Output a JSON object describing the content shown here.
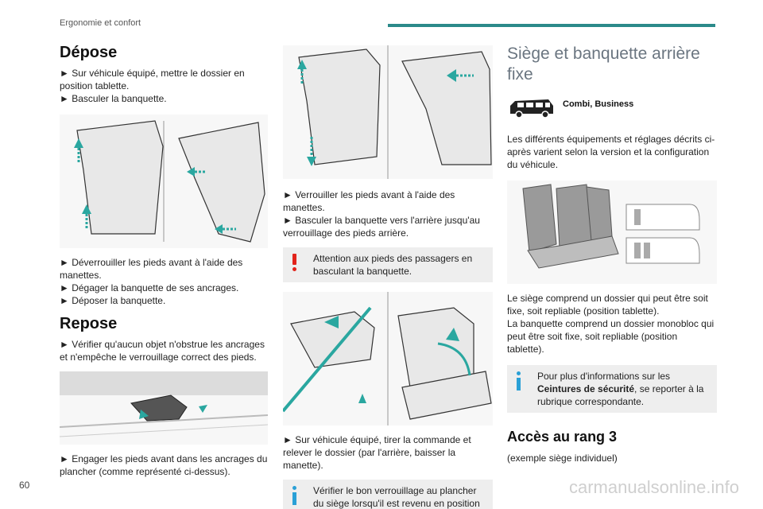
{
  "header": {
    "section": "Ergonomie et confort"
  },
  "page_number": "60",
  "watermark": "carmanualsonline.info",
  "col1": {
    "depose_title": "Dépose",
    "depose_steps": [
      "► Sur véhicule équipé, mettre le dossier en position tablette.",
      "► Basculer la banquette."
    ],
    "depose_steps2": [
      "► Déverrouiller les pieds avant à l'aide des manettes.",
      "► Dégager la banquette de ses ancrages.",
      "► Déposer la banquette."
    ],
    "repose_title": "Repose",
    "repose_step": "► Vérifier qu'aucun objet n'obstrue les ancrages et n'empêche le verrouillage correct des pieds.",
    "repose_step2": "► Engager les pieds avant dans les ancrages du plancher (comme représenté ci-dessus)."
  },
  "col2": {
    "steps": [
      "► Verrouiller les pieds avant à l'aide des manettes.",
      "► Basculer la banquette vers l'arrière jusqu'au verrouillage des pieds arrière."
    ],
    "warning": "Attention aux pieds des passagers en basculant la banquette.",
    "step3": "► Sur véhicule équipé, tirer la commande et relever le dossier (par l'arrière, baisser la manette).",
    "info": "Vérifier le bon verrouillage au plancher du siège lorsqu'il est revenu en position assise."
  },
  "col3": {
    "title_line1": "Siège et banquette arrière",
    "title_line2": "fixe",
    "vehicle_label": "Combi, Business",
    "intro": "Les différents équipements et réglages décrits ci-après varient selon la version et la configuration du véhicule.",
    "para1": "Le siège comprend un dossier qui peut être soit fixe, soit repliable (position tablette).",
    "para2": "La banquette comprend un dossier monobloc qui peut être soit fixe, soit repliable (position tablette).",
    "info_prefix": "Pour plus d'informations sur les ",
    "info_bold": "Ceintures de sécurité",
    "info_suffix": ", se reporter à la rubrique correspondante.",
    "access_title": "Accès au rang 3",
    "access_note": "(exemple siège individuel)"
  }
}
